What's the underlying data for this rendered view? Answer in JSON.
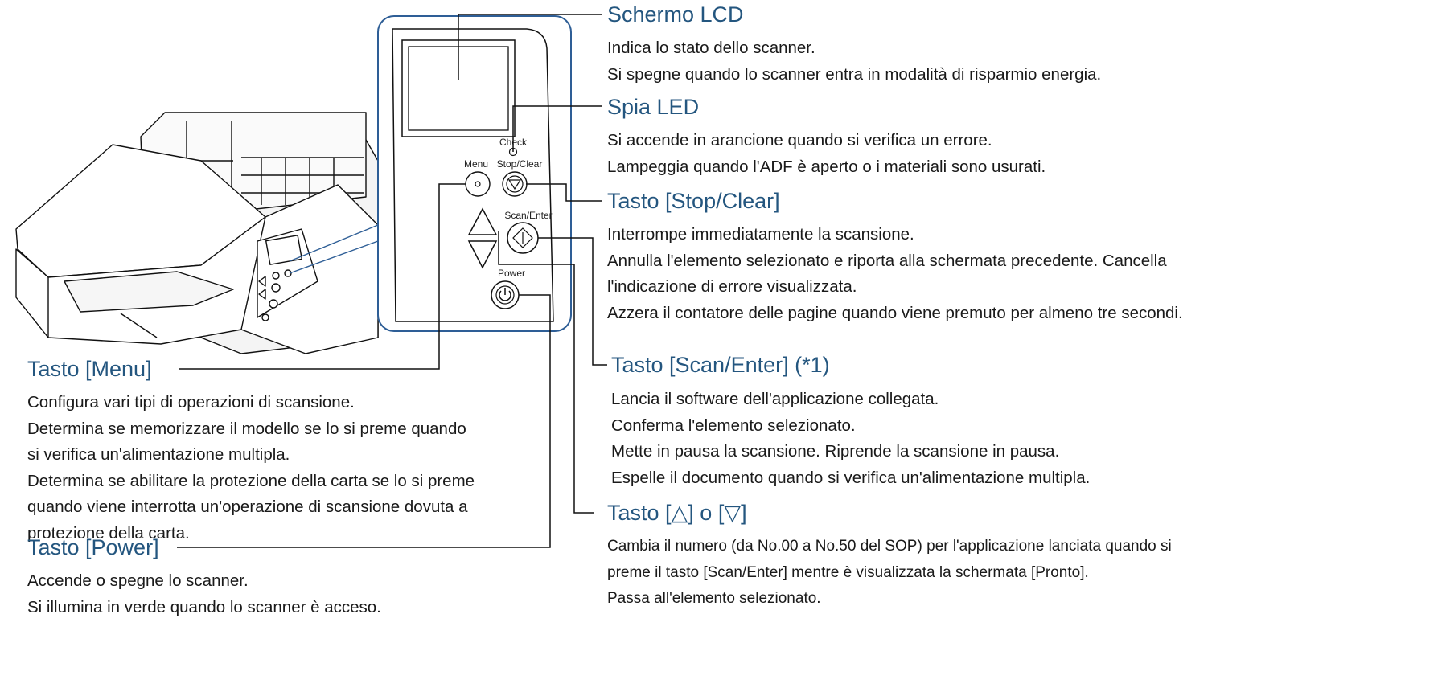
{
  "panel": {
    "labels": {
      "check": "Check",
      "menu": "Menu",
      "stop_clear": "Stop/Clear",
      "scan_enter": "Scan/Enter",
      "power": "Power"
    }
  },
  "callouts": {
    "lcd": {
      "title": "Schermo LCD",
      "lines": [
        "Indica lo stato dello scanner.",
        "Si spegne quando lo scanner entra in modalità di risparmio energia."
      ]
    },
    "led": {
      "title": "Spia LED",
      "lines": [
        "Si accende in arancione quando si verifica un errore.",
        "Lampeggia quando l'ADF è aperto o i materiali sono usurati."
      ]
    },
    "stop_clear": {
      "title": "Tasto [Stop/Clear]",
      "lines": [
        "Interrompe immediatamente la scansione.",
        "Annulla l'elemento selezionato e riporta alla schermata precedente. Cancella",
        "l'indicazione di errore visualizzata.",
        "Azzera il contatore delle pagine quando viene premuto per almeno tre secondi."
      ]
    },
    "scan_enter": {
      "title": "Tasto [Scan/Enter] (*1)",
      "lines": [
        "Lancia il software dell'applicazione collegata.",
        "Conferma l'elemento selezionato.",
        "Mette in pausa la scansione. Riprende la scansione in pausa.",
        "Espelle il documento quando si verifica un'alimentazione multipla."
      ]
    },
    "arrows": {
      "title": "Tasto [△] o [▽]",
      "lines": [
        "Cambia il numero (da No.00 a No.50 del SOP) per l'applicazione lanciata quando si",
        "preme il tasto [Scan/Enter] mentre è visualizzata la schermata [Pronto].",
        "Passa all'elemento selezionato."
      ]
    },
    "menu": {
      "title": "Tasto [Menu]",
      "lines": [
        "Configura vari tipi di operazioni di scansione.",
        "Determina se memorizzare il modello se lo si preme quando",
        "si verifica un'alimentazione multipla.",
        "Determina se abilitare la protezione della carta se lo si preme",
        "quando viene interrotta un'operazione di scansione dovuta a",
        "protezione della carta."
      ]
    },
    "power": {
      "title": "Tasto [Power]",
      "lines": [
        "Accende o spegne lo scanner.",
        "Si illumina in verde quando lo scanner è acceso."
      ]
    }
  },
  "colors": {
    "heading": "#24567f",
    "frame": "#2e5e96",
    "line": "#111111"
  }
}
